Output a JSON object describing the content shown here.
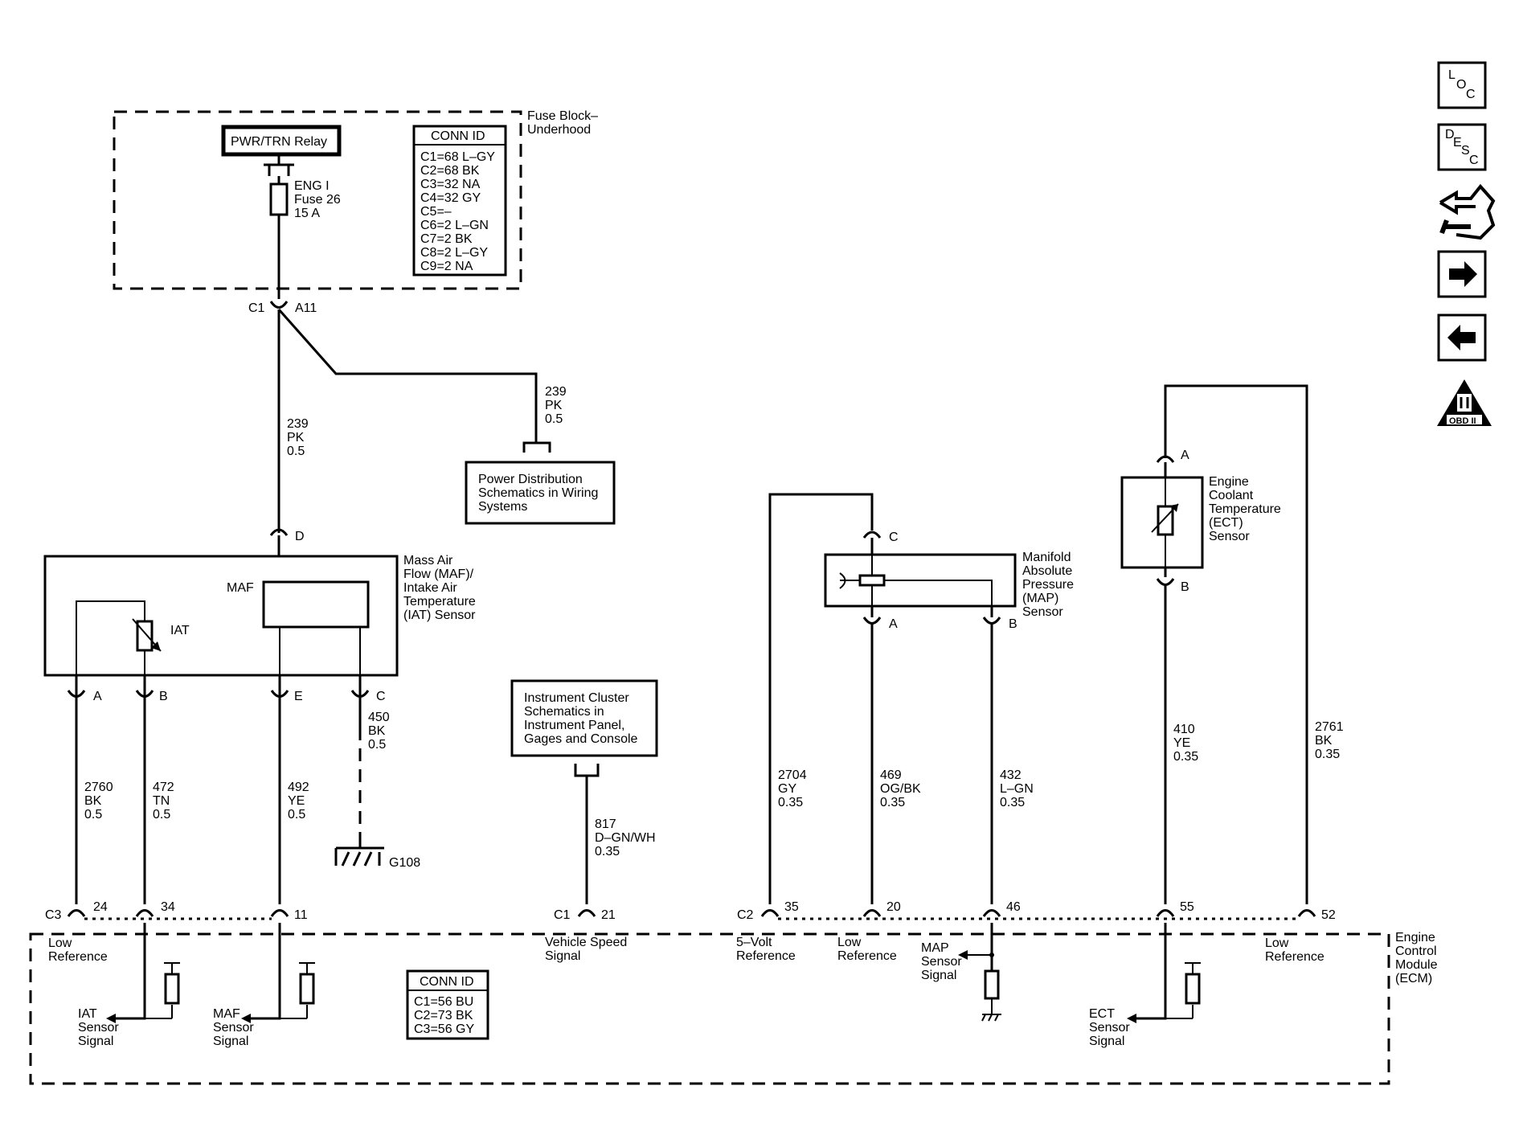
{
  "fuse_block": {
    "label_lines": [
      "Fuse Block–",
      "Underhood"
    ],
    "relay": "PWR/TRN Relay",
    "fuse_lines": [
      "ENG I",
      "Fuse 26",
      "15 A"
    ],
    "conn_title": "CONN ID",
    "conn_items": [
      "C1=68 L–GY",
      "C2=68 BK",
      "C3=32 NA",
      "C4=32 GY",
      "C5=–",
      "C6=2 L–GN",
      "C7=2 BK",
      "C8=2 L–GY",
      "C9=2 NA"
    ]
  },
  "splice": {
    "conn": "C1",
    "pin": "A11"
  },
  "wires": {
    "w239_left": [
      "239",
      "PK",
      "0.5"
    ],
    "w239_right": [
      "239",
      "PK",
      "0.5"
    ],
    "w2760": [
      "2760",
      "BK",
      "0.5"
    ],
    "w472": [
      "472",
      "TN",
      "0.5"
    ],
    "w492": [
      "492",
      "YE",
      "0.5"
    ],
    "w450": [
      "450",
      "BK",
      "0.5"
    ],
    "w817": [
      "817",
      "D–GN/WH",
      "0.35"
    ],
    "w2704": [
      "2704",
      "GY",
      "0.35"
    ],
    "w469": [
      "469",
      "OG/BK",
      "0.35"
    ],
    "w432": [
      "432",
      "L–GN",
      "0.35"
    ],
    "w410": [
      "410",
      "YE",
      "0.35"
    ],
    "w2761": [
      "2761",
      "BK",
      "0.35"
    ]
  },
  "power_dist_lines": [
    "Power Distribution",
    "Schematics in Wiring",
    "Systems"
  ],
  "instrument_lines": [
    "Instrument Cluster",
    "Schematics in",
    "Instrument Panel,",
    "Gages and Console"
  ],
  "maf_sensor": {
    "label_lines": [
      "Mass Air",
      "Flow (MAF)/",
      "Intake Air",
      "Temperature",
      "(IAT) Sensor"
    ],
    "maf": "MAF",
    "iat": "IAT",
    "pin_top": "D",
    "pins": [
      "A",
      "B",
      "E",
      "C"
    ]
  },
  "ground": "G108",
  "map_sensor": {
    "label_lines": [
      "Manifold",
      "Absolute",
      "Pressure",
      "(MAP)",
      "Sensor"
    ],
    "pins": [
      "C",
      "A",
      "B"
    ]
  },
  "ect_sensor": {
    "label_lines": [
      "Engine",
      "Coolant",
      "Temperature",
      "(ECT)",
      "Sensor"
    ],
    "pins": [
      "A",
      "B"
    ]
  },
  "ecm": {
    "label_lines": [
      "Engine",
      "Control",
      "Module",
      "(ECM)"
    ],
    "conn_title": "CONN ID",
    "conn_items": [
      "C1=56 BU",
      "C2=73 BK",
      "C3=56 GY"
    ],
    "conn_c3": "C3",
    "conn_c1": "C1",
    "conn_c2": "C2",
    "pins": {
      "p24": "24",
      "p34": "34",
      "p11": "11",
      "p21": "21",
      "p35": "35",
      "p20": "20",
      "p46": "46",
      "p55": "55",
      "p52": "52"
    },
    "low_ref_1": [
      "Low",
      "Reference"
    ],
    "iat_signal": [
      "IAT",
      "Sensor",
      "Signal"
    ],
    "maf_signal": [
      "MAF",
      "Sensor",
      "Signal"
    ],
    "vss": [
      "Vehicle Speed",
      "Signal"
    ],
    "five_volt": [
      "5–Volt",
      "Reference"
    ],
    "low_ref_2": [
      "Low",
      "Reference"
    ],
    "map_signal": [
      "MAP",
      "Sensor",
      "Signal"
    ],
    "ect_signal": [
      "ECT",
      "Sensor",
      "Signal"
    ],
    "low_ref_3": [
      "Low",
      "Reference"
    ]
  },
  "nav": {
    "loc": [
      "L",
      "O",
      "C"
    ],
    "desc": [
      "D",
      "E",
      "S",
      "C"
    ],
    "obd": "OBD II"
  }
}
